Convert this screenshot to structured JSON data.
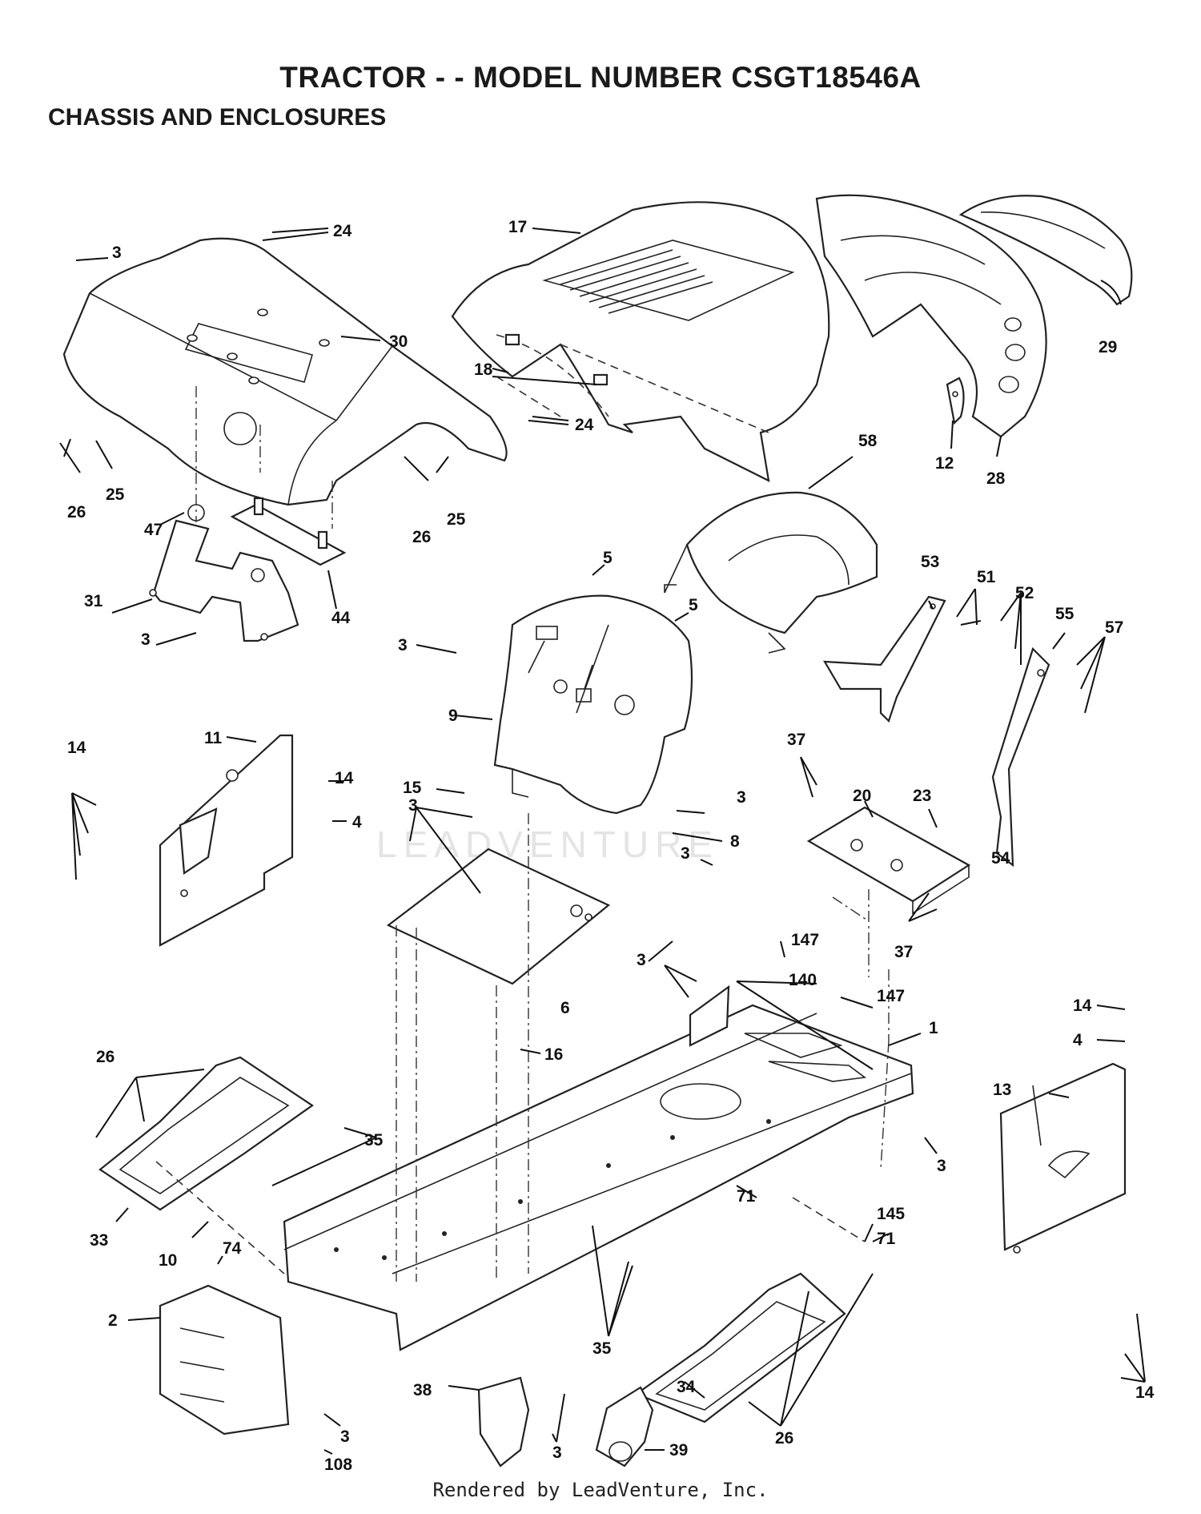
{
  "title": "TRACTOR - - MODEL NUMBER CSGT18546A",
  "subtitle": "CHASSIS AND ENCLOSURES",
  "footer": "Rendered by LeadVenture, Inc.",
  "watermark": "LEADVENTURE",
  "callouts": [
    {
      "id": "c-3a",
      "text": "3"
    },
    {
      "id": "c-24a",
      "text": "24"
    },
    {
      "id": "c-17",
      "text": "17"
    },
    {
      "id": "c-30",
      "text": "30"
    },
    {
      "id": "c-18",
      "text": "18"
    },
    {
      "id": "c-24b",
      "text": "24"
    },
    {
      "id": "c-29",
      "text": "29"
    },
    {
      "id": "c-12",
      "text": "12"
    },
    {
      "id": "c-28",
      "text": "28"
    },
    {
      "id": "c-58",
      "text": "58"
    },
    {
      "id": "c-26a",
      "text": "26"
    },
    {
      "id": "c-25a",
      "text": "25"
    },
    {
      "id": "c-26b",
      "text": "26"
    },
    {
      "id": "c-25b",
      "text": "25"
    },
    {
      "id": "c-47",
      "text": "47"
    },
    {
      "id": "c-31",
      "text": "31"
    },
    {
      "id": "c-44",
      "text": "44"
    },
    {
      "id": "c-3b",
      "text": "3"
    },
    {
      "id": "c-5a",
      "text": "5"
    },
    {
      "id": "c-5b",
      "text": "5"
    },
    {
      "id": "c-3c",
      "text": "3"
    },
    {
      "id": "c-9",
      "text": "9"
    },
    {
      "id": "c-53",
      "text": "53"
    },
    {
      "id": "c-51",
      "text": "51"
    },
    {
      "id": "c-52",
      "text": "52"
    },
    {
      "id": "c-55",
      "text": "55"
    },
    {
      "id": "c-57",
      "text": "57"
    },
    {
      "id": "c-14a",
      "text": "14"
    },
    {
      "id": "c-11",
      "text": "11"
    },
    {
      "id": "c-15",
      "text": "15"
    },
    {
      "id": "c-14b",
      "text": "14"
    },
    {
      "id": "c-4a",
      "text": "4"
    },
    {
      "id": "c-3d",
      "text": "3"
    },
    {
      "id": "c-3e",
      "text": "3"
    },
    {
      "id": "c-8",
      "text": "8"
    },
    {
      "id": "c-3f",
      "text": "3"
    },
    {
      "id": "c-37a",
      "text": "37"
    },
    {
      "id": "c-20",
      "text": "20"
    },
    {
      "id": "c-23",
      "text": "23"
    },
    {
      "id": "c-54",
      "text": "54"
    },
    {
      "id": "c-37b",
      "text": "37"
    },
    {
      "id": "c-147a",
      "text": "147"
    },
    {
      "id": "c-3g",
      "text": "3"
    },
    {
      "id": "c-140",
      "text": "140"
    },
    {
      "id": "c-147b",
      "text": "147"
    },
    {
      "id": "c-6",
      "text": "6"
    },
    {
      "id": "c-1",
      "text": "1"
    },
    {
      "id": "c-14c",
      "text": "14"
    },
    {
      "id": "c-4b",
      "text": "4"
    },
    {
      "id": "c-16",
      "text": "16"
    },
    {
      "id": "c-26c",
      "text": "26"
    },
    {
      "id": "c-13",
      "text": "13"
    },
    {
      "id": "c-35a",
      "text": "35"
    },
    {
      "id": "c-3h",
      "text": "3"
    },
    {
      "id": "c-71a",
      "text": "71"
    },
    {
      "id": "c-145",
      "text": "145"
    },
    {
      "id": "c-71b",
      "text": "71"
    },
    {
      "id": "c-33",
      "text": "33"
    },
    {
      "id": "c-10",
      "text": "10"
    },
    {
      "id": "c-74",
      "text": "74"
    },
    {
      "id": "c-2",
      "text": "2"
    },
    {
      "id": "c-35b",
      "text": "35"
    },
    {
      "id": "c-34",
      "text": "34"
    },
    {
      "id": "c-38",
      "text": "38"
    },
    {
      "id": "c-26d",
      "text": "26"
    },
    {
      "id": "c-14d",
      "text": "14"
    },
    {
      "id": "c-3i",
      "text": "3"
    },
    {
      "id": "c-3j",
      "text": "3"
    },
    {
      "id": "c-39",
      "text": "39"
    },
    {
      "id": "c-108",
      "text": "108"
    }
  ]
}
